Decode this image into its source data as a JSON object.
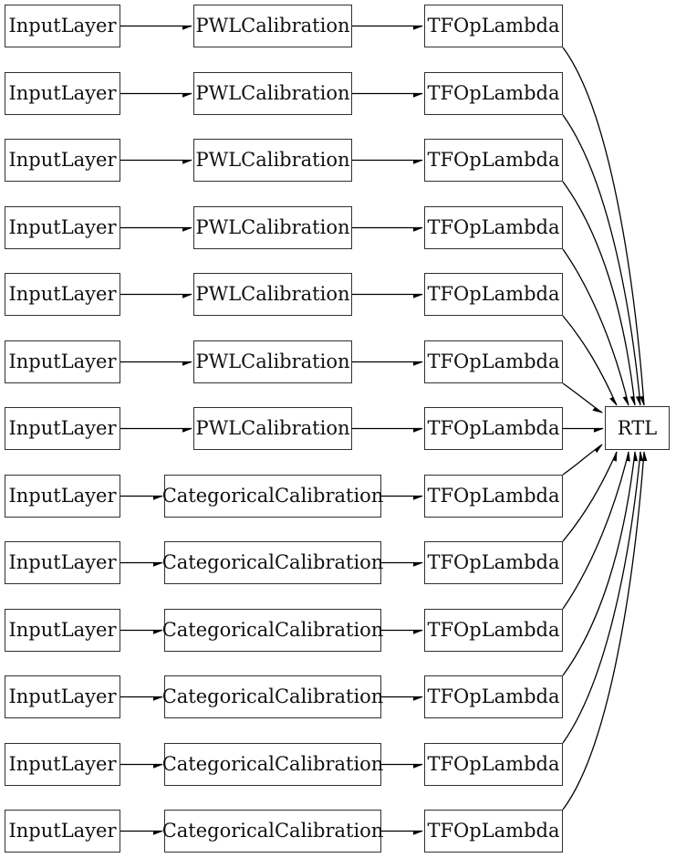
{
  "diagram": {
    "rtl_label": "RTL",
    "rows": [
      {
        "input": "InputLayer",
        "calibration": "PWLCalibration",
        "lambda": "TFOpLambda"
      },
      {
        "input": "InputLayer",
        "calibration": "PWLCalibration",
        "lambda": "TFOpLambda"
      },
      {
        "input": "InputLayer",
        "calibration": "PWLCalibration",
        "lambda": "TFOpLambda"
      },
      {
        "input": "InputLayer",
        "calibration": "PWLCalibration",
        "lambda": "TFOpLambda"
      },
      {
        "input": "InputLayer",
        "calibration": "PWLCalibration",
        "lambda": "TFOpLambda"
      },
      {
        "input": "InputLayer",
        "calibration": "PWLCalibration",
        "lambda": "TFOpLambda"
      },
      {
        "input": "InputLayer",
        "calibration": "PWLCalibration",
        "lambda": "TFOpLambda"
      },
      {
        "input": "InputLayer",
        "calibration": "CategoricalCalibration",
        "lambda": "TFOpLambda"
      },
      {
        "input": "InputLayer",
        "calibration": "CategoricalCalibration",
        "lambda": "TFOpLambda"
      },
      {
        "input": "InputLayer",
        "calibration": "CategoricalCalibration",
        "lambda": "TFOpLambda"
      },
      {
        "input": "InputLayer",
        "calibration": "CategoricalCalibration",
        "lambda": "TFOpLambda"
      },
      {
        "input": "InputLayer",
        "calibration": "CategoricalCalibration",
        "lambda": "TFOpLambda"
      },
      {
        "input": "InputLayer",
        "calibration": "CategoricalCalibration",
        "lambda": "TFOpLambda"
      }
    ],
    "colors": {
      "background": "#ffffff",
      "node_fill": "#ffffff",
      "node_border": "#303030",
      "edge": "#000000",
      "text": "#101010"
    }
  }
}
